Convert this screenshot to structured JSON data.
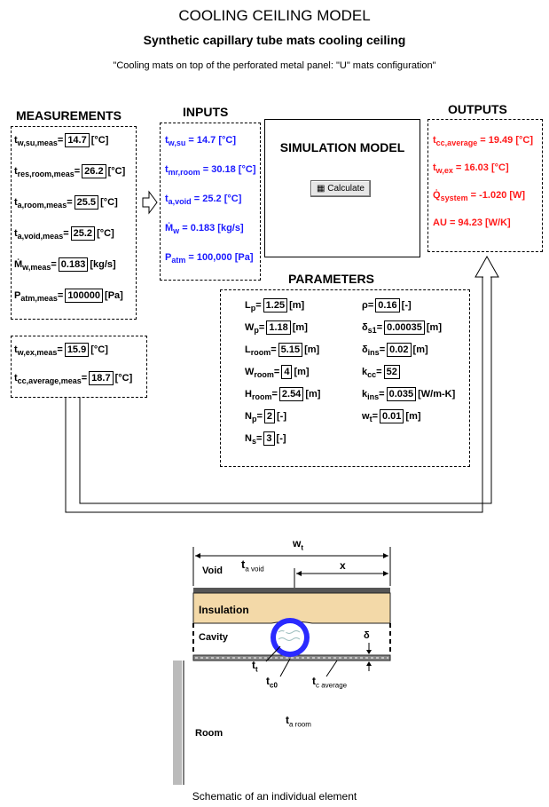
{
  "header": {
    "title": "COOLING CEILING MODEL",
    "subtitle": "Synthetic capillary tube mats cooling ceiling",
    "description": "\"Cooling mats on top of the perforated metal panel: \"U\" mats configuration\""
  },
  "measurements": {
    "heading": "MEASUREMENTS",
    "rows": [
      {
        "label": "t",
        "sub": "w,su,meas",
        "value": "14.7",
        "unit": "[°C]"
      },
      {
        "label": "t",
        "sub": "res,room,meas",
        "value": "26.2",
        "unit": "[°C]"
      },
      {
        "label": "t",
        "sub": "a,room,meas",
        "value": "25.5",
        "unit": "[°C]"
      },
      {
        "label": "t",
        "sub": "a,void,meas",
        "value": "25.2",
        "unit": "[°C]"
      },
      {
        "label": "Ṁ",
        "sub": "w,meas",
        "value": "0.183",
        "unit": "[kg/s]"
      },
      {
        "label": "P",
        "sub": "atm,meas",
        "value": "100000",
        "unit": "[Pa]"
      }
    ],
    "extra_rows": [
      {
        "label": "t",
        "sub": "w,ex,meas",
        "value": "15.9",
        "unit": "[°C]"
      },
      {
        "label": "t",
        "sub": "cc,average,meas",
        "value": "18.7",
        "unit": "[°C]"
      }
    ]
  },
  "inputs": {
    "heading": "INPUTS",
    "rows": [
      {
        "label": "t",
        "sub": "w,su",
        "text": " = 14.7 [°C]"
      },
      {
        "label": "t",
        "sub": "mr,room",
        "text": " = 30.18 [°C]"
      },
      {
        "label": "t",
        "sub": "a,void",
        "text": " = 25.2 [°C]"
      },
      {
        "label": "Ṁ",
        "sub": "w",
        "text": " = 0.183 [kg/s]"
      },
      {
        "label": "P",
        "sub": "atm",
        "text": " = 100,000 [Pa]"
      }
    ]
  },
  "simulation": {
    "heading": "SIMULATION MODEL",
    "button_label": "Calculate"
  },
  "outputs": {
    "heading": "OUTPUTS",
    "rows": [
      {
        "label": "t",
        "sub": "cc,average",
        "text": " = 19.49 [°C]"
      },
      {
        "label": "t",
        "sub": "w,ex",
        "text": " = 16.03 [°C]"
      },
      {
        "label": "Q̇",
        "sub": "system",
        "text": " = -1.020 [W]"
      },
      {
        "label": "AU",
        "sub": "",
        "text": " = 94.23 [W/K]"
      }
    ]
  },
  "parameters": {
    "heading": "PARAMETERS",
    "left": [
      {
        "label": "L",
        "sub": "p",
        "value": "1.25",
        "unit": "[m]"
      },
      {
        "label": "W",
        "sub": "p",
        "value": "1.18",
        "unit": "[m]"
      },
      {
        "label": "L",
        "sub": "room",
        "value": "5.15",
        "unit": "[m]"
      },
      {
        "label": "W",
        "sub": "room",
        "value": "4",
        "unit": "[m]"
      },
      {
        "label": "H",
        "sub": "room",
        "value": "2.54",
        "unit": "[m]"
      },
      {
        "label": "N",
        "sub": "p",
        "value": "2",
        "unit": "[-]"
      },
      {
        "label": "N",
        "sub": "s",
        "value": "3",
        "unit": "[-]"
      }
    ],
    "right": [
      {
        "label": "ρ",
        "sub": "",
        "value": "0.16",
        "unit": "[-]"
      },
      {
        "label": "δ",
        "sub": "s1",
        "value": "0.00035",
        "unit": "[m]"
      },
      {
        "label": "δ",
        "sub": "ins",
        "value": "0.02",
        "unit": "[m]"
      },
      {
        "label": "k",
        "sub": "cc",
        "value": "52",
        "unit": ""
      },
      {
        "label": "k",
        "sub": "ins",
        "value": "0.035",
        "unit": "[W/m-K]"
      },
      {
        "label": "w",
        "sub": "t",
        "value": "0.01",
        "unit": "[m]"
      }
    ]
  },
  "schematic": {
    "w_t": "w",
    "w_t_sub": "t",
    "void": "Void",
    "t_a_void": "t",
    "t_a_void_sub": "a void",
    "x": "x",
    "insulation": "Insulation",
    "cavity": "Cavity",
    "t_t_inner": "t",
    "t_t_inner_sub": "t",
    "delta": "δ",
    "t_t": "t",
    "t_t_sub": "t",
    "t_c0": "t",
    "t_c0_sub": "c0",
    "t_c_average": "t",
    "t_c_average_sub": "c average",
    "t_a_room": "t",
    "t_a_room_sub": "a room",
    "room": "Room",
    "caption": "Schematic of an individual element"
  },
  "colors": {
    "inputs_text": "#1a1aff",
    "outputs_text": "#ff1a1a",
    "insulation_fill": "#f3d9a8",
    "tube_fill": "#2a2aff"
  }
}
